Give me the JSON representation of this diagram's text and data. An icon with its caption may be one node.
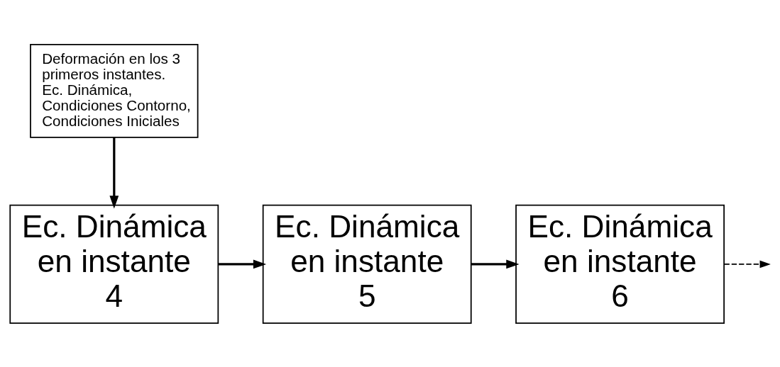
{
  "diagram": {
    "nodes": [
      {
        "text": [
          "Deformación en los 3 primeros instantes. Ec. Dinámica, Condiciones Contorno, Condiciones Iniciales"
        ]
      },
      {
        "text": [
          "Ec. Dinámica en instante 4"
        ]
      },
      {
        "text": [
          "Ec. Dinámica en instante 5"
        ]
      },
      {
        "text": [
          "Ec. Dinámica en instante 6"
        ]
      }
    ],
    "edges": [
      {
        "from": 0,
        "to": 1,
        "arrow": "to"
      },
      {
        "from": 1,
        "to": 2,
        "arrow": "to"
      },
      {
        "from": 2,
        "to": 3,
        "arrow": "to"
      },
      {
        "from": 3,
        "to": null,
        "arrow": "to",
        "style": "dashed"
      }
    ]
  }
}
